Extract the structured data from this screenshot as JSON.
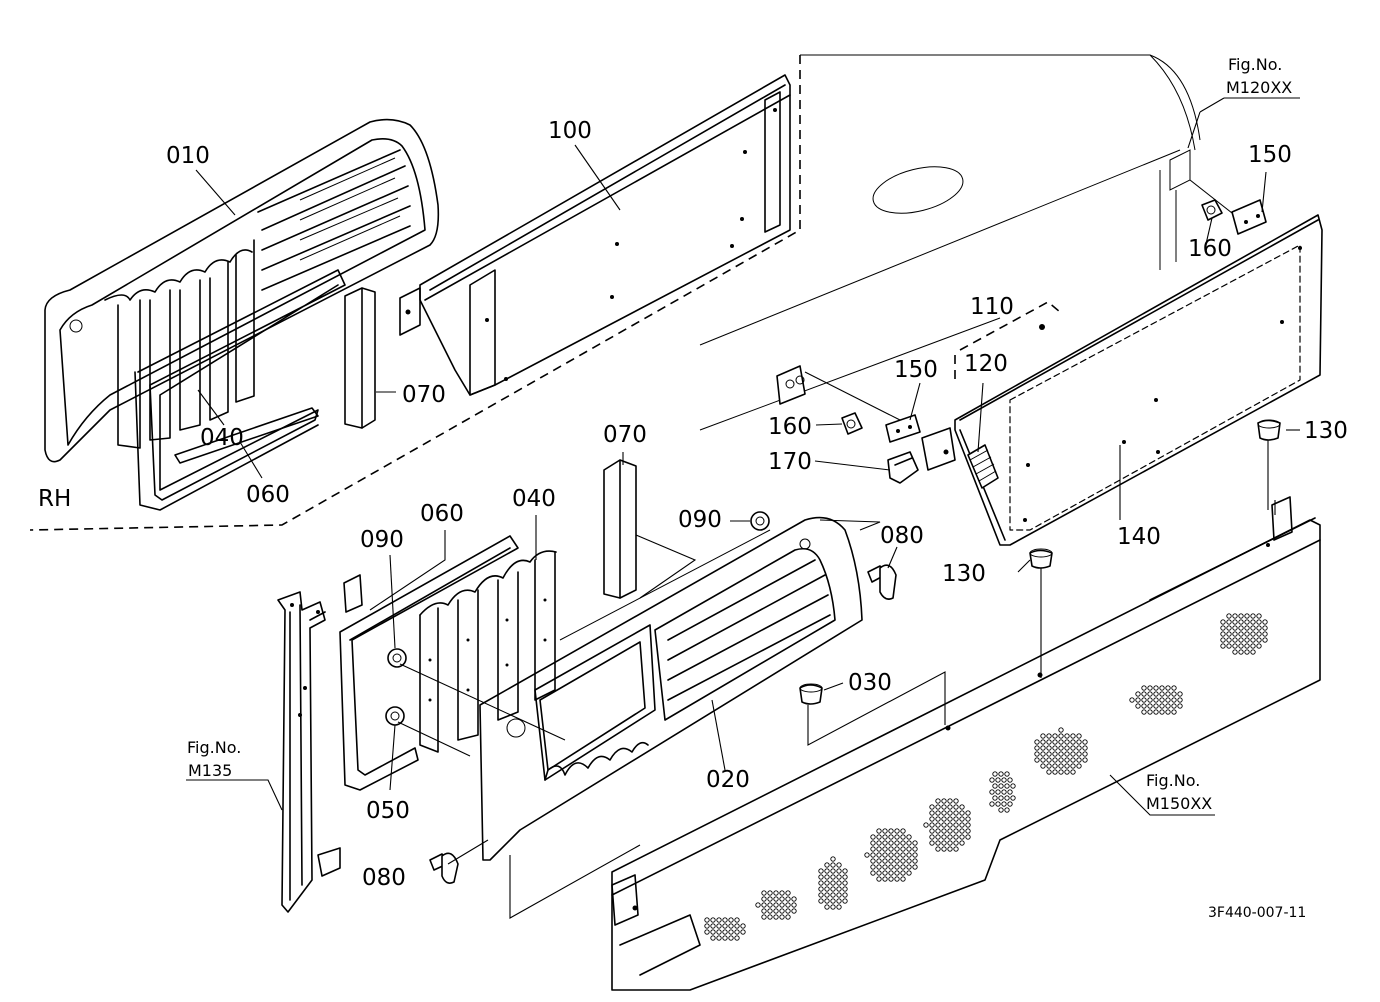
{
  "parts": {
    "p010": "010",
    "p100": "100",
    "p070a": "070",
    "p040a": "040",
    "p060a": "060",
    "side": "RH",
    "p150a": "150",
    "p160a": "160",
    "p110": "110",
    "p120": "120",
    "p150b": "150",
    "p160b": "160",
    "p170": "170",
    "p130a": "130",
    "p140": "140",
    "p070b": "070",
    "p060b": "060",
    "p040b": "040",
    "p090a": "090",
    "p090b": "090",
    "p080a": "080",
    "p130b": "130",
    "p030": "030",
    "p050": "050",
    "p020": "020",
    "p080b": "080"
  },
  "refs": {
    "ref_top_label": "Fig.No.",
    "ref_top_code": "M120XX",
    "ref_left_label": "Fig.No.",
    "ref_left_code": "M135",
    "ref_bottom_label": "Fig.No.",
    "ref_bottom_code": "M150XX"
  },
  "drawing_code": "3F440-007-11"
}
